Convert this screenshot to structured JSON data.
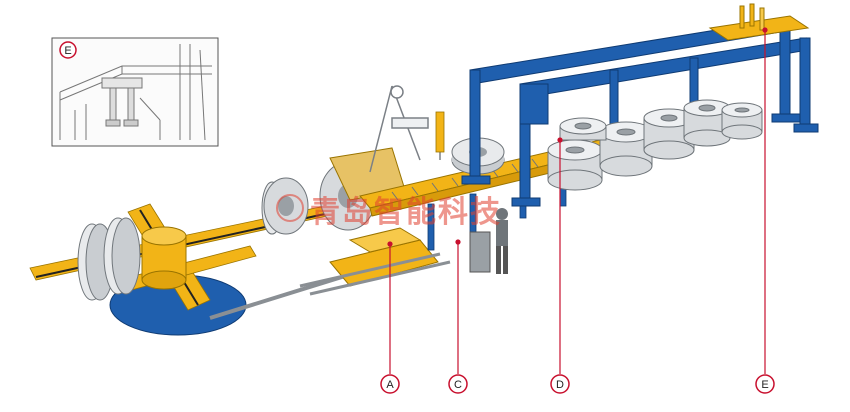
{
  "figure": {
    "callouts": [
      {
        "id": "a",
        "label": "A"
      },
      {
        "id": "c",
        "label": "C"
      },
      {
        "id": "d",
        "label": "D"
      },
      {
        "id": "e",
        "label": "E"
      }
    ],
    "inset_label": "E",
    "watermark": {
      "text": "青岛智能科技",
      "color": "#e0402f"
    },
    "colors": {
      "frame_blue": "#1f5fae",
      "machine_yellow": "#f2b417",
      "callout_red": "#c8102e",
      "steel_gray": "#c9cdd1",
      "line_gray": "#8a8f94"
    }
  }
}
